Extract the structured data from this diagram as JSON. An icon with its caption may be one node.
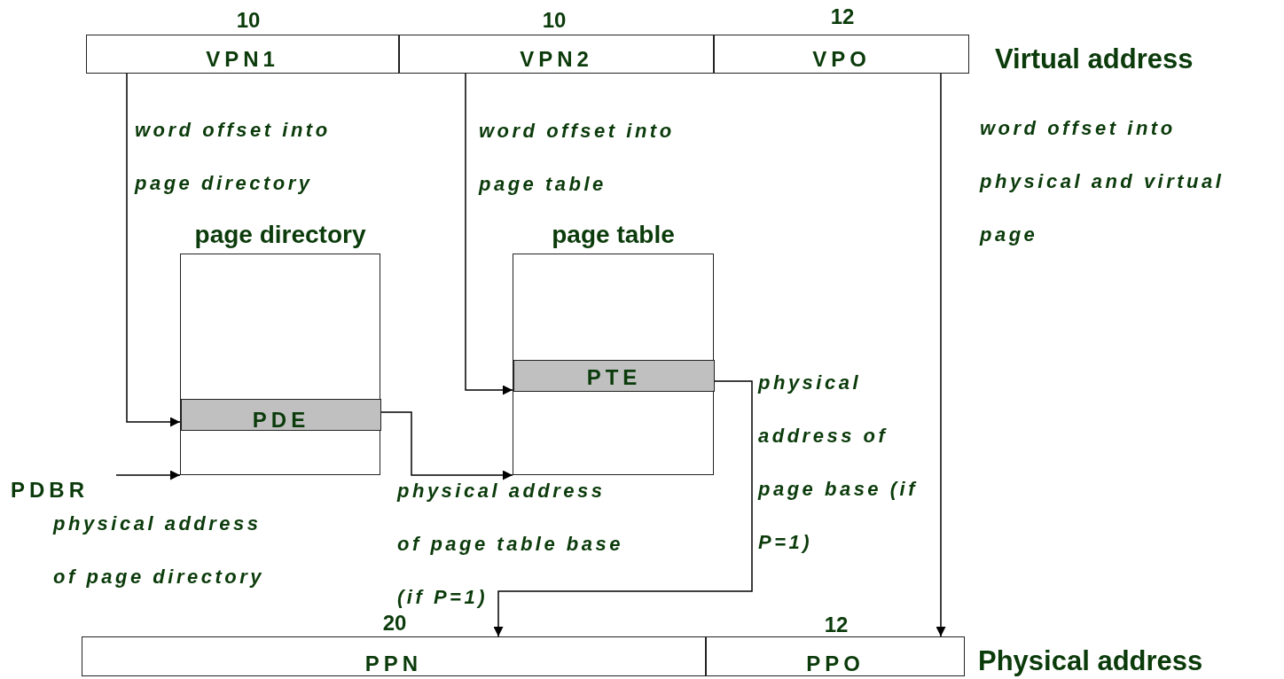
{
  "diagram": {
    "nodes": [
      {
        "text": [
          "VPN1"
        ],
        "beside": [
          "10"
        ]
      },
      {
        "text": [
          "VPN2"
        ],
        "beside": [
          "10"
        ]
      },
      {
        "text": [
          "VPO"
        ],
        "beside": [
          "12",
          "Virtual address"
        ]
      },
      {
        "text": [
          "page directory"
        ]
      },
      {
        "text": [
          "PDE"
        ],
        "in": 3
      },
      {
        "text": [
          "page table"
        ]
      },
      {
        "text": [
          "PTE"
        ],
        "in": 5,
        "beside": [
          "physical address of page base (if P=1)"
        ]
      },
      {
        "text": [
          "PDBR"
        ]
      },
      {
        "text": [
          "PPN"
        ],
        "beside": [
          "20"
        ]
      },
      {
        "text": [
          "PPO"
        ],
        "beside": [
          "12",
          "Physical address"
        ]
      }
    ],
    "edges": [
      {
        "from": 0,
        "to": 4,
        "arrow": "to"
      },
      {
        "from": 1,
        "to": 6,
        "arrow": "to"
      },
      {
        "from": 2,
        "to": 9,
        "arrow": "to"
      },
      {
        "from": 7,
        "to": 3,
        "arrow": "to"
      },
      {
        "from": 4,
        "to": 5,
        "arrow": "to"
      },
      {
        "from": 6,
        "to": 8,
        "arrow": "to"
      }
    ],
    "labels": [
      "word offset into page directory",
      "word offset into page table",
      "word offset into physical and virtual page",
      "physical address of page directory",
      "physical address of page table base (if P=1)"
    ]
  }
}
